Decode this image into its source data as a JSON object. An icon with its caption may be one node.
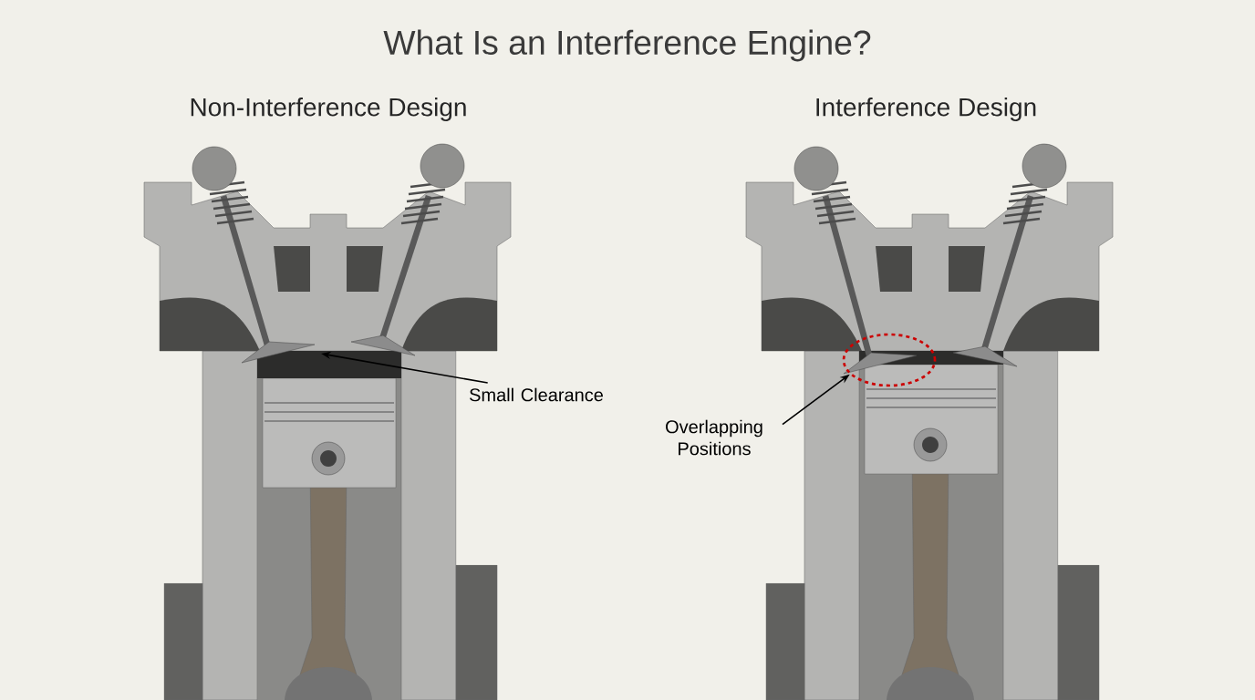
{
  "diagram": {
    "title": "What Is an Interference Engine?",
    "nodes": [
      {
        "text": [
          "Small Clearance"
        ]
      },
      {
        "text": [
          "Overlapping Positions"
        ]
      },
      {
        "text": [],
        "shape": "ellipse"
      }
    ],
    "edges": [
      {
        "from": 0,
        "to": null,
        "arrow": "to"
      },
      {
        "from": 1,
        "to": 2,
        "arrow": "to"
      }
    ],
    "labels": [
      "Non-Interference Design",
      "Interference Design"
    ]
  }
}
